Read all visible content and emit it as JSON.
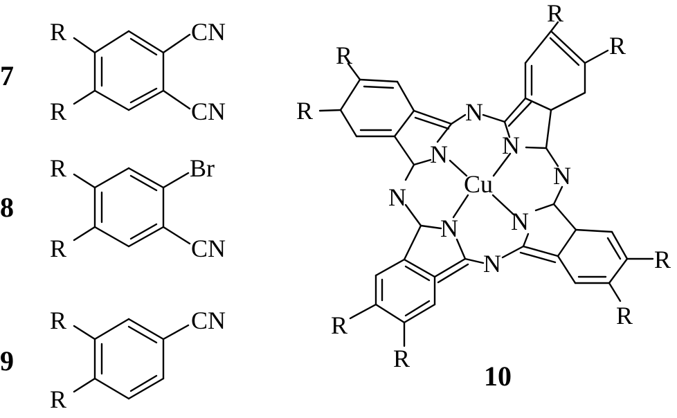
{
  "compounds": [
    {
      "number": "7",
      "substituents": [
        "R",
        "R",
        "CN",
        "CN"
      ]
    },
    {
      "number": "8",
      "substituents": [
        "R",
        "R",
        "Br",
        "CN"
      ]
    },
    {
      "number": "9",
      "substituents": [
        "R",
        "R",
        "CN"
      ]
    },
    {
      "number": "10",
      "metal": "Cu",
      "nitrogen": "N",
      "substituents": [
        "R",
        "R",
        "R",
        "R",
        "R",
        "R",
        "R",
        "R"
      ]
    }
  ],
  "colors": {
    "ink": "#000000",
    "background": "#ffffff"
  }
}
